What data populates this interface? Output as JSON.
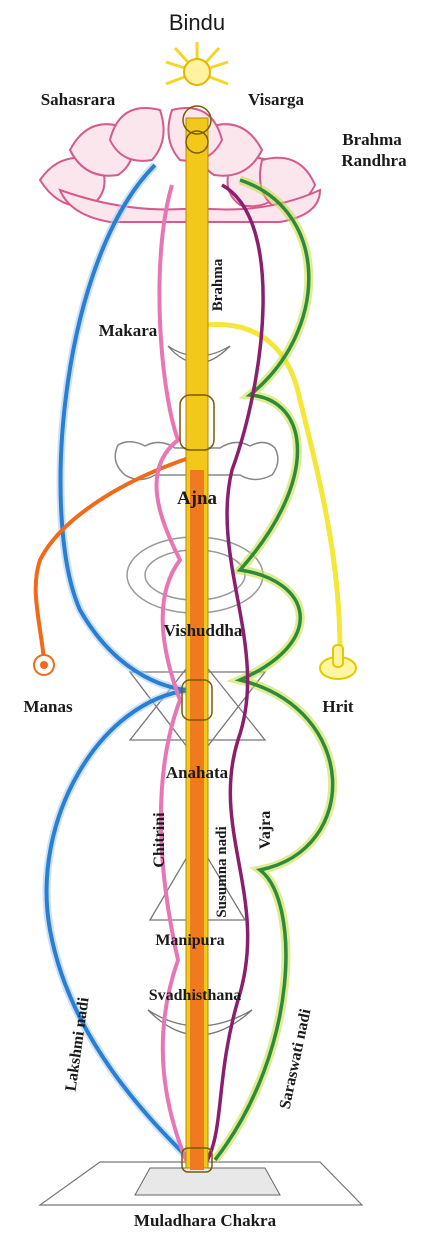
{
  "labels": {
    "bindu": "Bindu",
    "sahasrara": "Sahasrara",
    "visarga": "Visarga",
    "brahma_randhra_line1": "Brahma",
    "brahma_randhra_line2": "Randhra",
    "brahma": "Brahma",
    "makara": "Makara",
    "ajna": "Ajna",
    "vishuddha": "Vishuddha",
    "manas": "Manas",
    "hrit": "Hrit",
    "anahata": "Anahata",
    "chitrini": "Chitrini",
    "susumna_nadi": "Susumna nadi",
    "vajra": "Vajra",
    "manipura": "Manipura",
    "svadhisthana": "Svadhisthana",
    "lakshmi_nadi": "Lakshmi nadi",
    "saraswati_nadi": "Saraswati nadi",
    "muladhara_chakra": "Muladhara Chakra"
  },
  "colors": {
    "susumna": "#f07a1e",
    "brahma": "#f2c81a",
    "chitrini": "#e876b4",
    "vajra": "#8a1f6e",
    "saraswati": "#2f8a3a",
    "saraswati_glow": "#c8e04a",
    "lakshmi": "#2a7fd4",
    "manas": "#f06a1a",
    "hrit": "#f5e63a",
    "lotus": "#d65a8c"
  }
}
